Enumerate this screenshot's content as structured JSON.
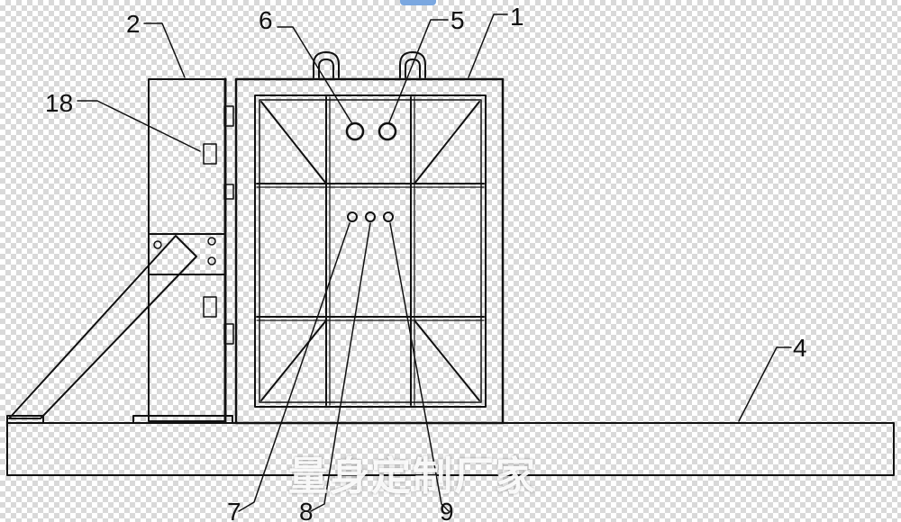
{
  "labels": {
    "label_1": "1",
    "label_2": "2",
    "label_4": "4",
    "label_5": "5",
    "label_6": "6",
    "label_7": "7",
    "label_8": "8",
    "label_9": "9",
    "label_18": "18"
  },
  "watermark": "量身定制厂家",
  "colors": {
    "ink": "#111111",
    "checker": "#d9d9d9",
    "tab": "#7aa7e0"
  }
}
